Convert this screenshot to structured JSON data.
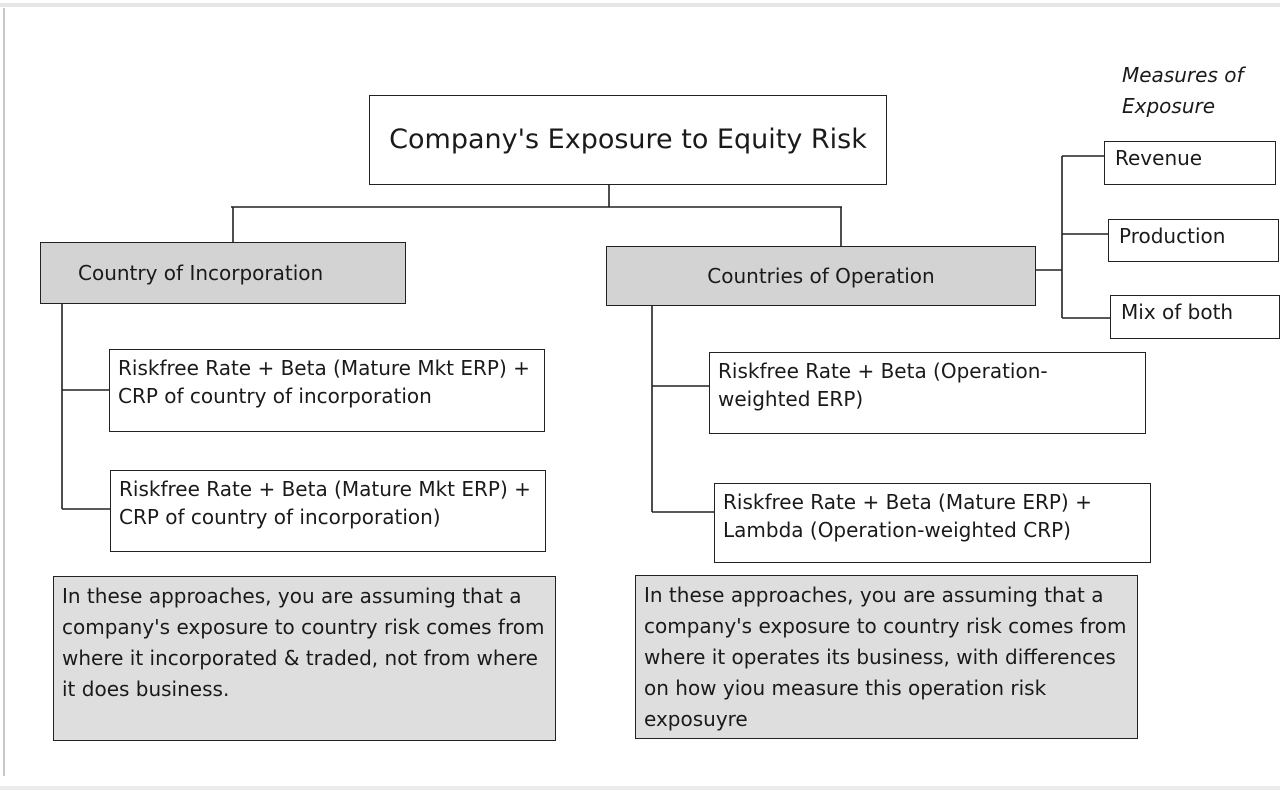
{
  "diagram": {
    "title": "Company's Exposure to Equity Risk",
    "left_branch": {
      "header": "Country of Incorporation",
      "formulas": [
        "Riskfree Rate + Beta (Mature Mkt ERP) + CRP of country of incorporation",
        "Riskfree Rate + Beta (Mature Mkt ERP) + CRP of country of incorporation)"
      ],
      "note": "In these approaches, you are assuming that a company's exposure to country risk comes from where it incorporated & traded, not from where it does business."
    },
    "right_branch": {
      "header": "Countries of Operation",
      "formulas": [
        "Riskfree Rate + Beta (Operation-weighted ERP)",
        "Riskfree Rate + Beta (Mature ERP) + Lambda (Operation-weighted CRP)"
      ],
      "note": "In these approaches, you are assuming that a company's exposure to country risk comes from where it operates its business, with differences on how yiou measure this operation risk exposuyre"
    },
    "measures": {
      "title": "Measures of Exposure",
      "items": [
        "Revenue",
        "Production",
        "Mix of both"
      ]
    }
  }
}
